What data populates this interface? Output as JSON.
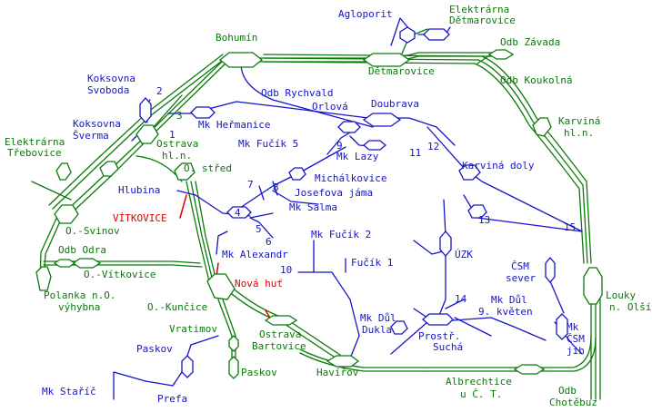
{
  "colors": {
    "mainline": "#0a7a0a",
    "siding": "#1414c8",
    "label_main": "#0a7a0a",
    "label_siding": "#1414c8",
    "label_highlight": "#e00000",
    "station_fill": "#ffffff",
    "background": "#ffffff"
  },
  "labels": {
    "main": {
      "bohumin": "Bohumín",
      "elektrarna_detmarovice_1": "Elektrárna",
      "elektrarna_detmarovice_2": "Dětmarovice",
      "odb_zavada": "Odb Závada",
      "detmarovice": "Dětmarovice",
      "odb_koukolna": "Odb Koukolná",
      "karvina_hln_1": "Karviná",
      "karvina_hln_2": "hl.n.",
      "ostrava_hln_1": "Ostrava",
      "ostrava_hln_2": "hl.n.",
      "o_stred": "O. střed",
      "elektrarna_trebovice_1": "Elektrárna",
      "elektrarna_trebovice_2": "Třebovice",
      "o_svinov": "O.-Svinov",
      "odb_odra": "Odb Odra",
      "o_vitkovice": "O.-Vítkovice",
      "polanka_1": "Polanka n.O.",
      "polanka_2": "výhybna",
      "o_kuncice": "O.-Kunčice",
      "vratimov": "Vratimov",
      "ostrava_bartovice_1": "Ostrava",
      "ostrava_bartovice_2": "Bartovice",
      "paskov_main": "Paskov",
      "havirov": "Havířov",
      "albrechtice_1": "Albrechtice",
      "albrechtice_2": "u Č. T.",
      "louky_1": "Louky",
      "louky_2": "n. Olší",
      "odb_chotebuz_1": "Odb",
      "odb_chotebuz_2": "Chotěbuz"
    },
    "siding": {
      "agloporit": "Agloporit",
      "koksovna_svoboda_1": "Koksovna",
      "koksovna_svoboda_2": "Svoboda",
      "koksovna_sverma_1": "Koksovna",
      "koksovna_sverma_2": "Šverma",
      "odb_rychvald": "Odb Rychvald",
      "orlova": "Orlová",
      "doubrava": "Doubrava",
      "mk_hermanice": "Mk Heřmanice",
      "mk_fucik_5": "Mk Fučík 5",
      "mk_lazy": "Mk Lazy",
      "karvina_doly": "Karviná doly",
      "michalkovice": "Michálkovice",
      "josefova_jama": "Josefova jáma",
      "mk_salma": "Mk Salma",
      "hlubina": "Hlubina",
      "mk_alexandr": "Mk Alexandr",
      "mk_fucik_2": "Mk Fučík 2",
      "fucik_1": "Fučík 1",
      "uzk": "ÚZK",
      "csm_sever_1": "ČSM",
      "csm_sever_2": "sever",
      "mk_dul_dukla_1": "Mk Důl",
      "mk_dul_dukla_2": "Dukla",
      "mk_dul_9kveten_1": "Mk Důl",
      "mk_dul_9kveten_2": "9. květen",
      "prostr_sucha_1": "Prostř.",
      "prostr_sucha_2": "Suchá",
      "mk_csm_jih_1": "Mk",
      "mk_csm_jih_2": "ČSM",
      "mk_csm_jih_3": "jih",
      "paskov_siding": "Paskov",
      "prefa": "Prefa",
      "mk_staric": "Mk Staříč"
    },
    "highlight": {
      "vitkovice": "VÍTKOVICE",
      "nova_hut": "Nová huť"
    },
    "numbers": {
      "n1": "1",
      "n2": "2",
      "n3": "3",
      "n4": "4",
      "n5": "5",
      "n6": "6",
      "n7": "7",
      "n8": "8",
      "n9": "9",
      "n10": "10",
      "n11": "11",
      "n12": "12",
      "n13": "13",
      "n14": "14",
      "n15": "15"
    }
  }
}
